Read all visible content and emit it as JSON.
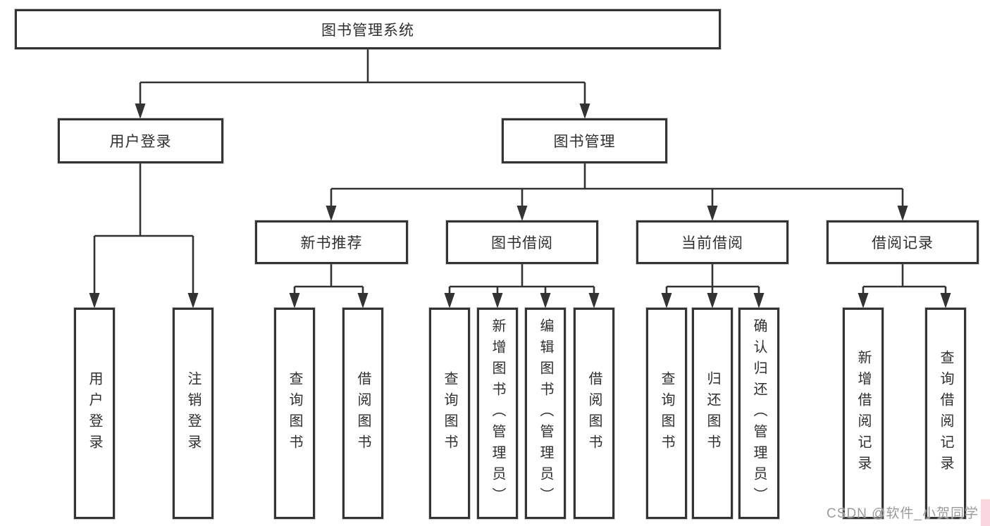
{
  "diagram_title": "图书管理系统",
  "nodes": {
    "root": "图书管理系统",
    "login": "用户登录",
    "manage": "图书管理",
    "login_children": [
      "用户登录",
      "注销登录"
    ],
    "sections": [
      {
        "label": "新书推荐",
        "children": [
          "查询图书",
          "借阅图书"
        ]
      },
      {
        "label": "图书借阅",
        "children": [
          "查询图书",
          "新增图书（管理员）",
          "编辑图书（管理员）",
          "借阅图书"
        ]
      },
      {
        "label": "当前借阅",
        "children": [
          "查询图书",
          "归还图书",
          "确认归还（管理员）"
        ]
      },
      {
        "label": "借阅记录",
        "children": [
          "新增借阅记录",
          "查询借阅记录"
        ]
      }
    ]
  },
  "watermark": "CSDN @软件_小贺同学",
  "colors": {
    "line": "#333333",
    "box_border": "#333333",
    "background": "#ffffff",
    "watermark_text": "#9b9b9b",
    "corner_accent": "#f7d7dd"
  }
}
